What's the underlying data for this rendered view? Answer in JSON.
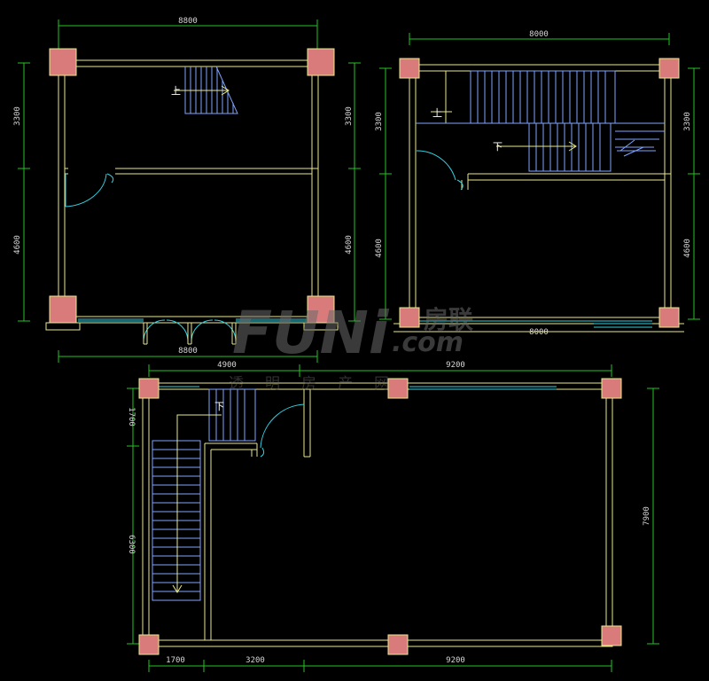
{
  "colors": {
    "background": "#000000",
    "wall": "#e8e88c",
    "column": "#d97b7b",
    "dimension": "#22c422",
    "stair": "#7ea4ff",
    "door": "#35d0e0",
    "text": "#d8d8d8"
  },
  "plan_a": {
    "dim_top": "8800",
    "dim_bottom": "8800",
    "dim_left_upper": "3300",
    "dim_left_lower": "4600",
    "dim_right_upper": "3300",
    "dim_right_lower": "4600",
    "stair_label": "上"
  },
  "plan_b": {
    "dim_top": "8000",
    "dim_bottom": "8000",
    "dim_left_upper": "3300",
    "dim_left_lower": "4600",
    "dim_right_upper": "3300",
    "dim_right_lower": "4600",
    "stair_label_up": "上",
    "stair_label_down": "下"
  },
  "plan_c": {
    "dim_top_left": "4900",
    "dim_top_right": "9200",
    "dim_left_upper": "1700",
    "dim_left_lower": "6300",
    "dim_right": "7900",
    "dim_bottom_1": "1700",
    "dim_bottom_2": "3200",
    "dim_bottom_3": "9200",
    "stair_label": "下"
  },
  "watermark": {
    "logo": "FUNi",
    "domain": ".com",
    "brand": "房联",
    "slogan": "透明房产网"
  }
}
